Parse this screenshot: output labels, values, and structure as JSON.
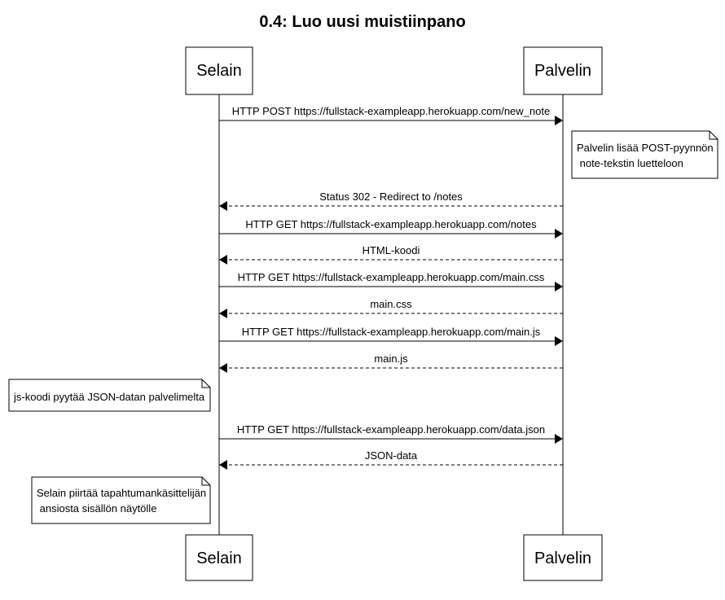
{
  "diagram": {
    "title": "0.4: Luo uusi muistiinpano",
    "actors": {
      "client": "Selain",
      "server": "Palvelin"
    },
    "messages": [
      {
        "from": "client",
        "to": "server",
        "style": "solid",
        "label": "HTTP POST https://fullstack-exampleapp.herokuapp.com/new_note"
      },
      {
        "from": "server",
        "to": "client",
        "style": "dashed",
        "label": "Status 302 - Redirect to /notes"
      },
      {
        "from": "client",
        "to": "server",
        "style": "solid",
        "label": "HTTP GET https://fullstack-exampleapp.herokuapp.com/notes"
      },
      {
        "from": "server",
        "to": "client",
        "style": "dashed",
        "label": "HTML-koodi"
      },
      {
        "from": "client",
        "to": "server",
        "style": "solid",
        "label": "HTTP GET https://fullstack-exampleapp.herokuapp.com/main.css"
      },
      {
        "from": "server",
        "to": "client",
        "style": "dashed",
        "label": "main.css"
      },
      {
        "from": "client",
        "to": "server",
        "style": "solid",
        "label": "HTTP GET https://fullstack-exampleapp.herokuapp.com/main.js"
      },
      {
        "from": "server",
        "to": "client",
        "style": "dashed",
        "label": "main.js"
      },
      {
        "from": "client",
        "to": "server",
        "style": "solid",
        "label": "HTTP GET https://fullstack-exampleapp.herokuapp.com/data.json"
      },
      {
        "from": "server",
        "to": "client",
        "style": "dashed",
        "label": "JSON-data"
      }
    ],
    "notes": {
      "server_note": [
        "Palvelin lisää POST-pyynnön",
        " note-tekstin luetteloon"
      ],
      "js_note": [
        "js-koodi pyytää JSON-datan palvelimelta"
      ],
      "render_note": [
        "Selain piirtää tapahtumankäsittelijän",
        " ansiosta sisällön näytölle"
      ]
    }
  }
}
